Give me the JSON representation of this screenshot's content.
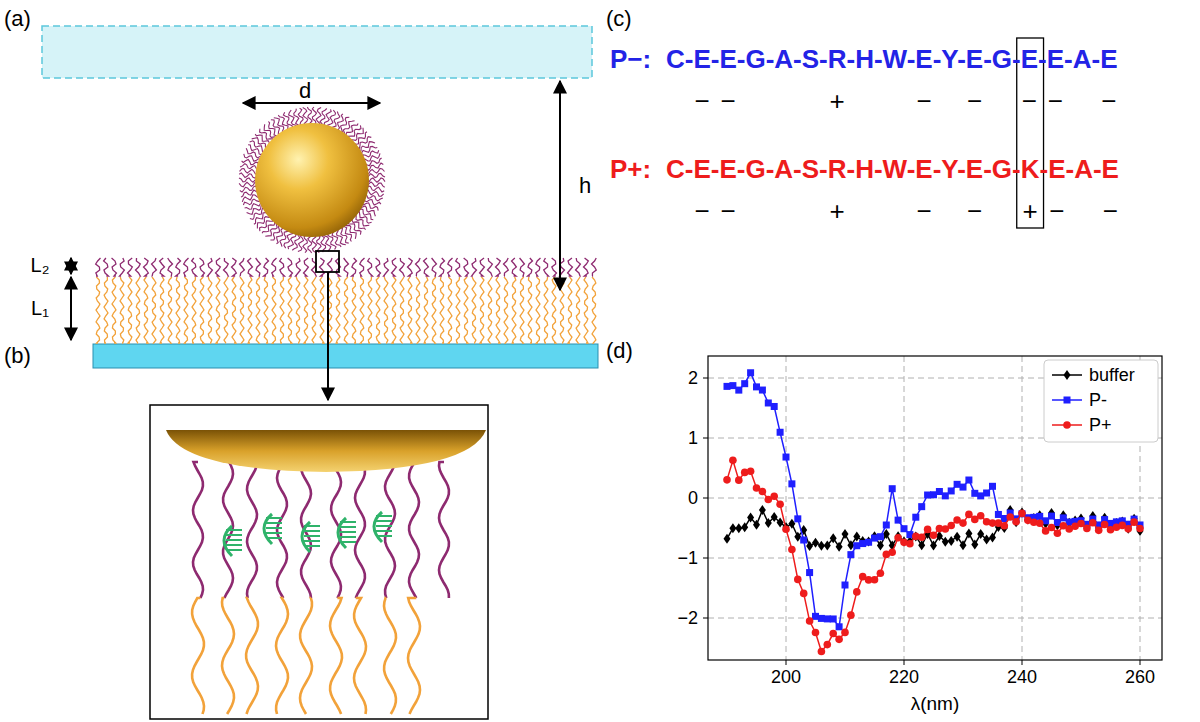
{
  "diagram": {
    "labels": [
      "(a)",
      "d",
      "h",
      "L₂",
      "L₁",
      "(b)",
      "(c)",
      "P−:",
      "C-E-E-G-A-S-R-H-W-E-Y-E-G-E-E-A-E",
      "−",
      "−",
      "+",
      "−",
      "−",
      "−",
      "−",
      "−",
      "P+:",
      "C-E-E-G-A-S-R-H-W-E-Y-E-G-K-E-A-E",
      "−",
      "−",
      "+",
      "−",
      "−",
      "+",
      "−",
      "−",
      "(d)",
      "2",
      "1",
      "0",
      "−1",
      "−2",
      "200",
      "220",
      "240",
      "260",
      "λ(nm)"
    ],
    "legend": [
      {
        "text": "buffer"
      },
      {
        "text": "P-"
      },
      {
        "text": "P+"
      }
    ]
  }
}
